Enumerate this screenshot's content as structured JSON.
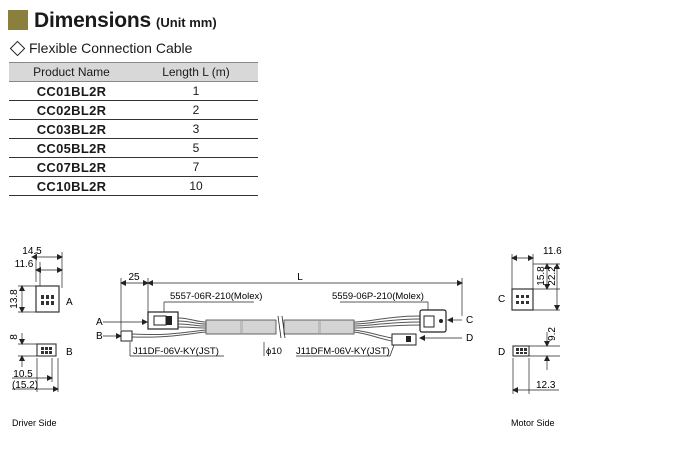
{
  "header": {
    "title": "Dimensions",
    "unit": "(Unit mm)"
  },
  "section": {
    "title": "Flexible Connection Cable"
  },
  "table": {
    "columns": [
      "Product Name",
      "Length L (m)"
    ],
    "rows": [
      {
        "name": "CC01BL2R",
        "length": "1"
      },
      {
        "name": "CC02BL2R",
        "length": "2"
      },
      {
        "name": "CC03BL2R",
        "length": "3"
      },
      {
        "name": "CC05BL2R",
        "length": "5"
      },
      {
        "name": "CC07BL2R",
        "length": "7"
      },
      {
        "name": "CC10BL2R",
        "length": "10"
      }
    ]
  },
  "drawing": {
    "driver_dims": {
      "w1": "14.5",
      "w2": "11.6",
      "h1": "13.8",
      "h2": "8",
      "w3": "10.5",
      "w4": "(15.2)"
    },
    "motor_dims": {
      "w1": "11.6",
      "h1": "15.8",
      "h2": "22.2",
      "h3": "9.2",
      "w2": "12.3"
    },
    "cable_dims": {
      "offset": "25",
      "length": "L",
      "diameter": "ϕ10"
    },
    "connectors": {
      "driver_a": "5557-06R-210(Molex)",
      "motor_c": "5559-06P-210(Molex)",
      "driver_b": "J11DF-06V-KY(JST)",
      "motor_d": "J11DFM-06V-KY(JST)"
    },
    "labels": {
      "a": "A",
      "b": "B",
      "c": "C",
      "d": "D"
    },
    "captions": {
      "driver_side": "Driver Side",
      "motor_side": "Motor Side"
    }
  }
}
